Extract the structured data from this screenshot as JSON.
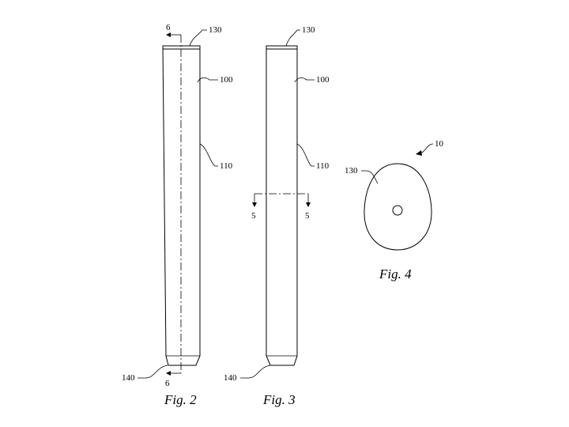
{
  "figures": {
    "fig2": {
      "caption": "Fig. 2",
      "labels": {
        "top_end": "130",
        "upper": "100",
        "middle": "110",
        "bottom_end": "140",
        "section_top": "6",
        "section_bottom": "6"
      }
    },
    "fig3": {
      "caption": "Fig. 3",
      "labels": {
        "top_end": "130",
        "upper": "100",
        "middle": "110",
        "bottom_end": "140",
        "section_left": "5",
        "section_right": "5"
      }
    },
    "fig4": {
      "caption": "Fig. 4",
      "labels": {
        "assembly": "10",
        "end_face": "130"
      }
    }
  }
}
